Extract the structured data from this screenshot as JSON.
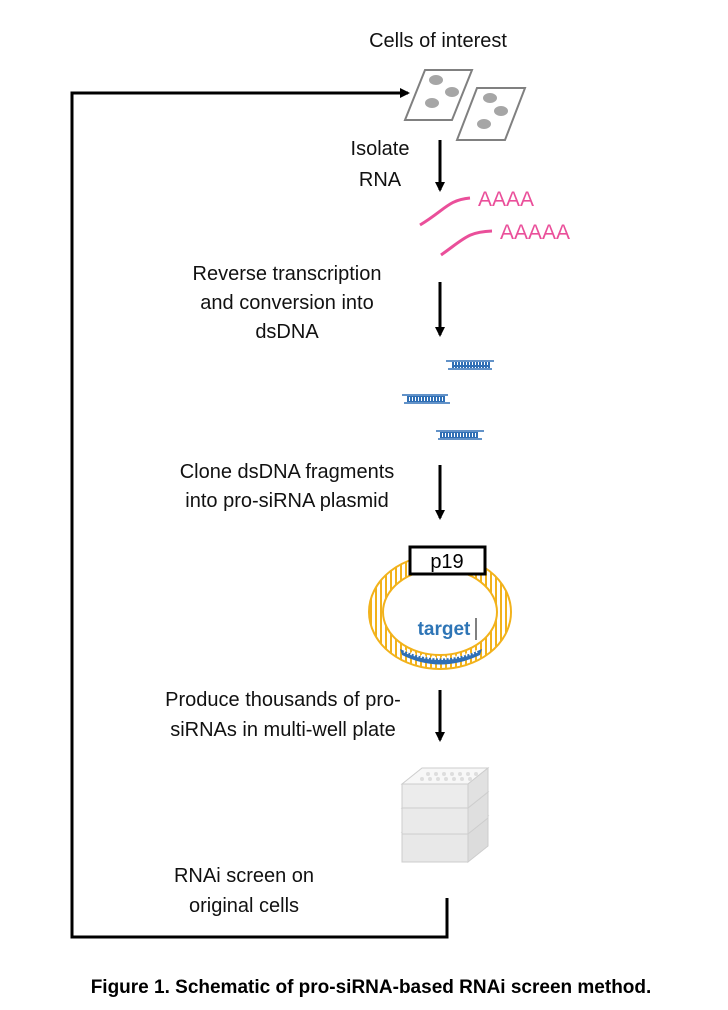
{
  "diagram": {
    "steps": {
      "cells": "Cells of interest",
      "isolate_line1": "Isolate",
      "isolate_line2": "RNA",
      "rt_line1": "Reverse transcription",
      "rt_line2": "and conversion into",
      "rt_line3": "dsDNA",
      "clone_line1": "Clone dsDNA fragments",
      "clone_line2": "into pro-siRNA plasmid",
      "produce_line1": "Produce thousands of pro-",
      "produce_line2": "siRNAs in multi-well plate",
      "screen_line1": "RNAi screen on",
      "screen_line2": "original cells"
    },
    "polya": [
      "AAAA",
      "AAAAA"
    ],
    "plasmid": {
      "p19_label": "p19",
      "target_label": "target"
    },
    "caption": "Figure 1. Schematic of pro-siRNA-based RNAi screen method."
  },
  "colors": {
    "mrna": "#ea4f9a",
    "dna": "#2f6fb5",
    "plasmid": "#f2b21b",
    "target_text": "#2e75b6",
    "arrow": "#000000"
  }
}
